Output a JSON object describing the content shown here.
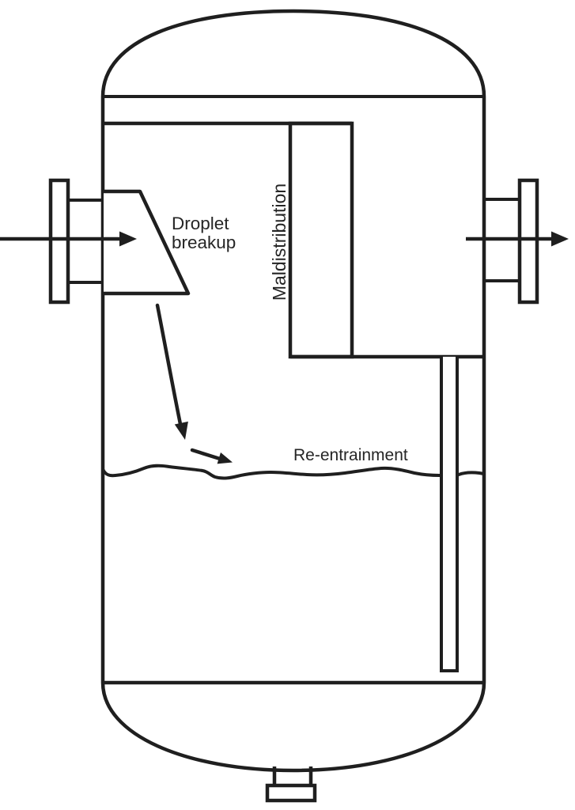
{
  "labels": {
    "droplet_breakup": [
      "Droplet",
      "breakup"
    ],
    "maldistribution": "Maldistribution",
    "re_entrainment": "Re-entrainment"
  },
  "icons": {
    "inlet_flow_arrow": "arrow-right",
    "outlet_flow_arrow": "arrow-right",
    "droplet_trajectory_arrow": "arrow-down",
    "splash_arrow": "arrow-down-right"
  },
  "colors": {
    "line": "#1f1f1f",
    "text": "#252525",
    "wave": "#58a7d1",
    "wave_bg": "#e9f5fb",
    "background": "#ffffff"
  }
}
